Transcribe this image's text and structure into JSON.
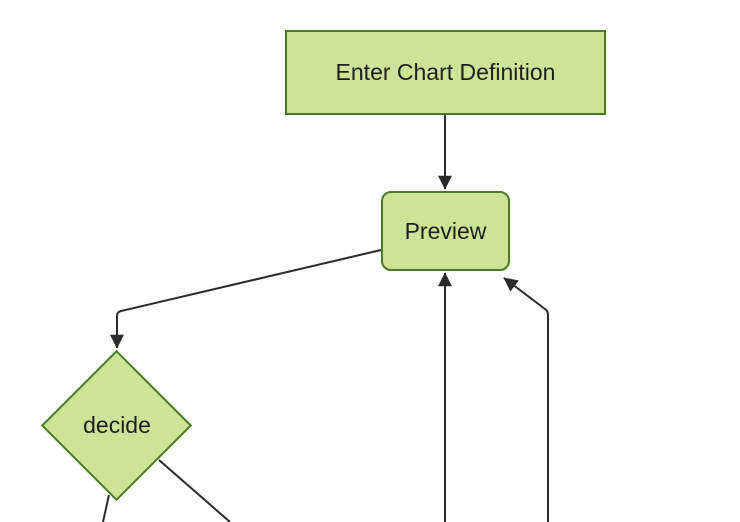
{
  "theme": {
    "background": "#ffffff",
    "node_fill": "#cde498",
    "node_border": "#4c7a26",
    "edge_color": "#2b2b2b",
    "text_color": "#1f1f1f"
  },
  "diagram": {
    "type": "flowchart-top-down",
    "nodes": [
      {
        "label": "Enter Chart Definition",
        "shape": "rectangle"
      },
      {
        "label": "Preview",
        "shape": "rounded-rectangle"
      },
      {
        "label": "decide",
        "shape": "diamond"
      }
    ],
    "edges": [
      {
        "from": "Enter Chart Definition",
        "to": "Preview",
        "arrowhead": true
      },
      {
        "from": "Preview",
        "to": "decide",
        "arrowhead": true
      },
      {
        "from": "decide",
        "to": "offscreen-bottom-left",
        "arrowhead": false
      },
      {
        "from": "decide",
        "to": "offscreen-bottom-right",
        "arrowhead": false
      },
      {
        "from": "offscreen-bottom",
        "to": "Preview",
        "arrowhead": true
      },
      {
        "from": "offscreen-bottom-right",
        "to": "Preview",
        "arrowhead": true
      }
    ]
  }
}
